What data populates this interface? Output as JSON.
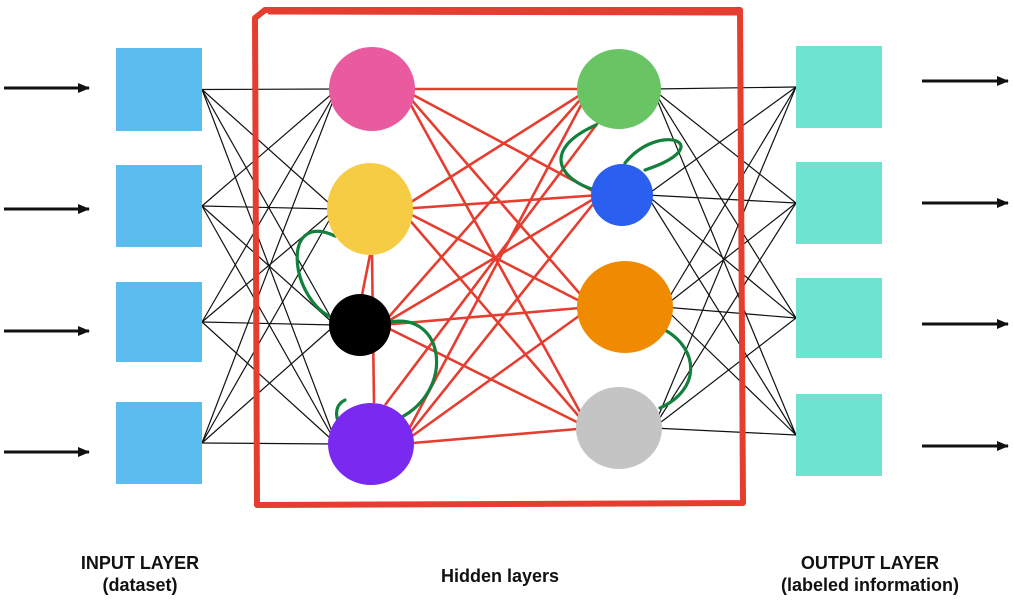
{
  "labels": {
    "input_title": "INPUT LAYER",
    "input_subtitle": "(dataset)",
    "hidden_title": "Hidden layers",
    "output_title": "OUTPUT LAYER",
    "output_subtitle": "(labeled information)"
  },
  "colors": {
    "input_node": "#5bbcf0",
    "output_node": "#6ee3cf",
    "hidden_border": "#e53e30",
    "hidden_edge": "#e53e30",
    "recurrent_edge": "#13803c",
    "plain_edge": "#111111",
    "arrow": "#111111"
  },
  "input_nodes": [
    "input-node-1",
    "input-node-2",
    "input-node-3",
    "input-node-4"
  ],
  "hidden_layer_1": [
    {
      "name": "hidden-node-pink",
      "color": "#ea5a9e"
    },
    {
      "name": "hidden-node-yellow",
      "color": "#f6cc45"
    },
    {
      "name": "hidden-node-black",
      "color": "#000000"
    },
    {
      "name": "hidden-node-purple",
      "color": "#7a2af0"
    }
  ],
  "hidden_layer_2": [
    {
      "name": "hidden-node-green",
      "color": "#69c463"
    },
    {
      "name": "hidden-node-blue",
      "color": "#2a5ff0"
    },
    {
      "name": "hidden-node-orange",
      "color": "#f08a00"
    },
    {
      "name": "hidden-node-gray",
      "color": "#c4c4c4"
    }
  ],
  "output_nodes": [
    "output-node-1",
    "output-node-2",
    "output-node-3",
    "output-node-4"
  ]
}
